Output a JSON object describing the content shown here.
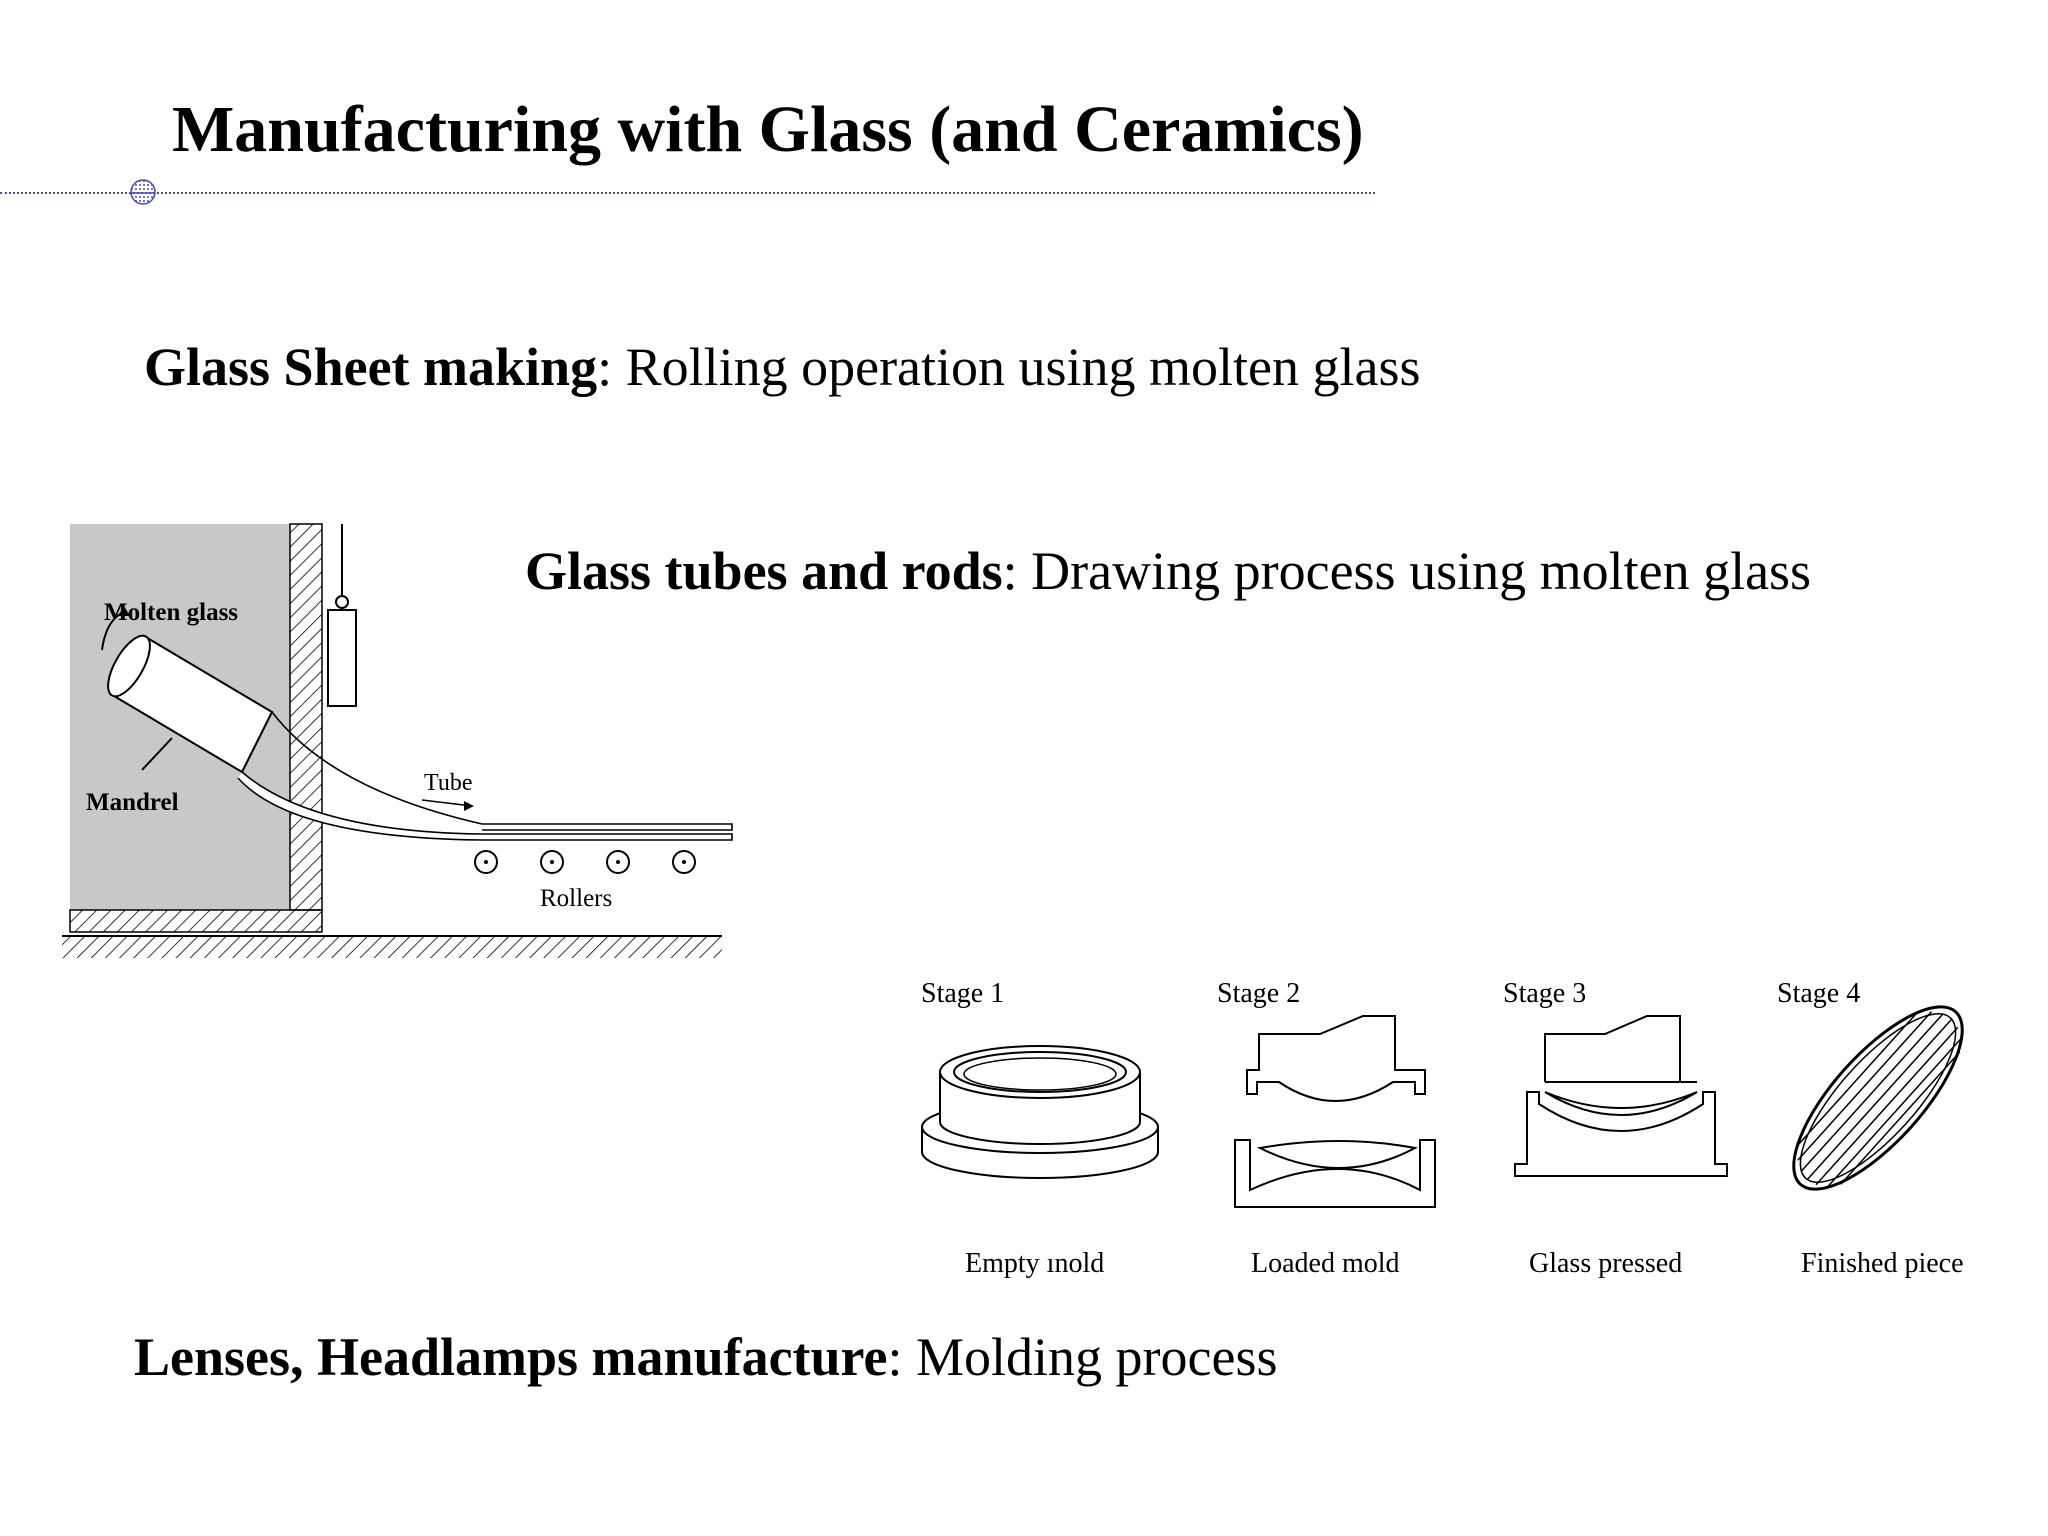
{
  "title": "Manufacturing with Glass (and Ceramics)",
  "sections": [
    {
      "bold": "Glass Sheet making",
      "rest": ": Rolling operation using molten glass"
    },
    {
      "bold": "Glass tubes and rods",
      "rest": ": Drawing process using molten glass"
    },
    {
      "bold": "Lenses, Headlamps manufacture",
      "rest": ": Molding process"
    }
  ],
  "drawing_figure": {
    "molten_label": "Molten glass",
    "mandrel_label": "Mandrel",
    "tube_label": "Tube",
    "rollers_label": "Rollers"
  },
  "mold_figure": {
    "stages": [
      {
        "stage": "Stage 1",
        "caption": "Empty ınold"
      },
      {
        "stage": "Stage 2",
        "caption": "Loaded mold"
      },
      {
        "stage": "Stage 3",
        "caption": "Glass pressed"
      },
      {
        "stage": "Stage 4",
        "caption": "Finished piece"
      }
    ]
  },
  "colors": {
    "rule": "#4a4aa8",
    "furnace_fill": "#c8c8c8"
  }
}
